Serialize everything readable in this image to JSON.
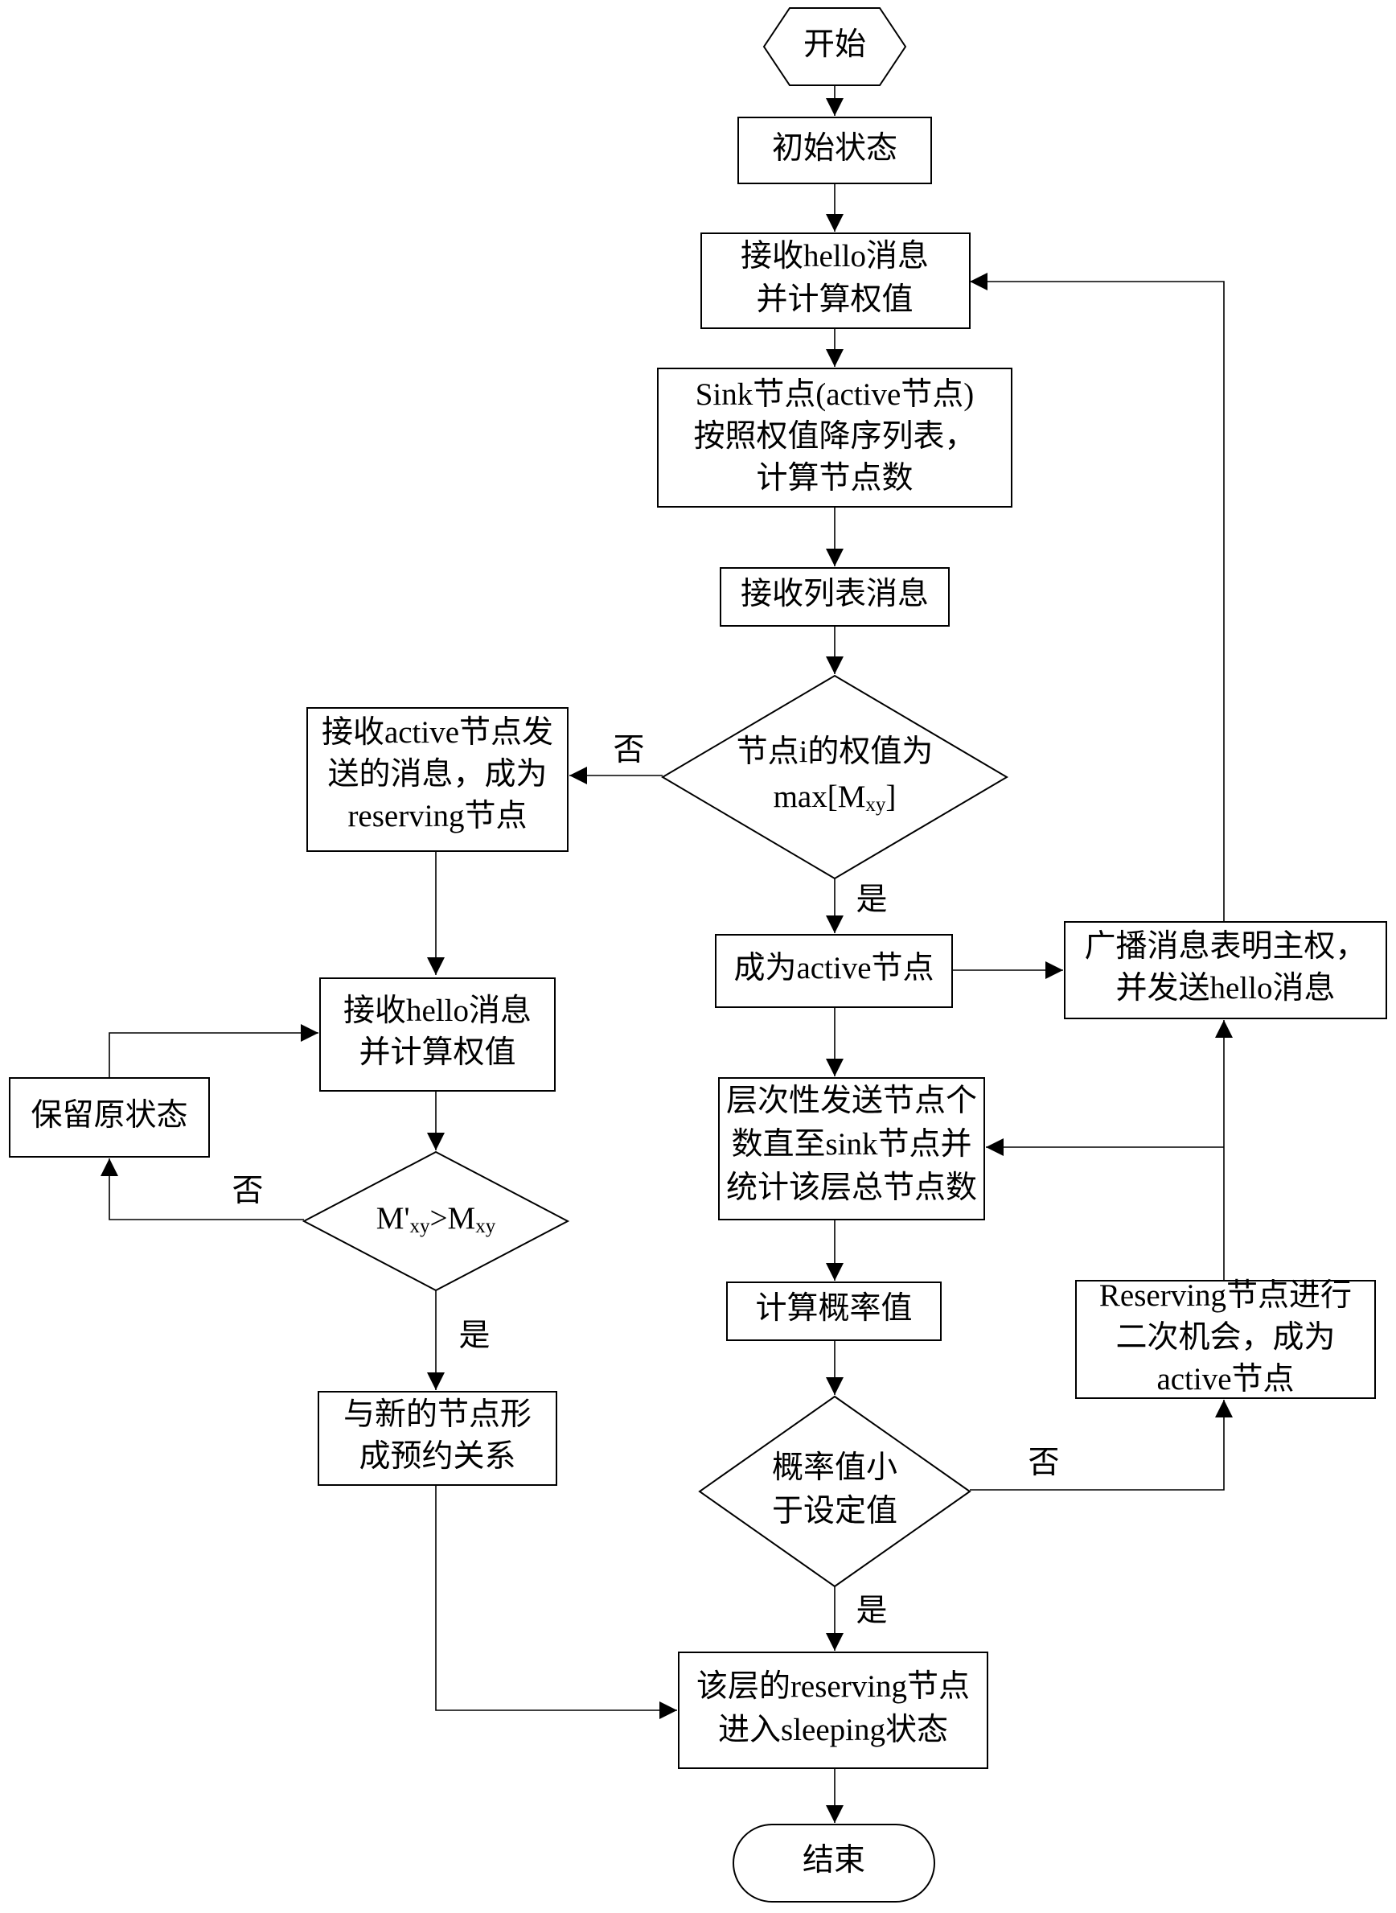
{
  "nodes": {
    "start": "开始",
    "init": "初始状态",
    "recv_hello": [
      "接收hello消息",
      "并计算权值"
    ],
    "sink_sort": [
      "Sink节点(active节点)",
      "按照权值降序列表，",
      "计算节点数"
    ],
    "recv_list": "接收列表消息",
    "decision_max": {
      "line1": "节点i的权值为",
      "line2_prefix": "max[M",
      "line2_sub": "xy",
      "line2_suffix": "]"
    },
    "become_reserving": [
      "接收active节点发",
      "送的消息，成为",
      "reserving节点"
    ],
    "become_active": "成为active节点",
    "broadcast": [
      "广播消息表明主权，",
      "并发送hello消息"
    ],
    "recv_hello_left": [
      "接收hello消息",
      "并计算权值"
    ],
    "keep_state": "保留原状态",
    "decision_m": {
      "a": "M'",
      "a_sub": "xy",
      "op": ">M",
      "b_sub": "xy"
    },
    "form_reserve": [
      "与新的节点形",
      "成预约关系"
    ],
    "layer_send": [
      "层次性发送节点个",
      "数直至sink节点并",
      "统计该层总节点数"
    ],
    "calc_prob": "计算概率值",
    "decision_prob": [
      "概率值小",
      "于设定值"
    ],
    "second_chance": [
      "Reserving节点进行",
      "二次机会，成为",
      "active节点"
    ],
    "sleep": [
      "该层的reserving节点",
      "进入sleeping状态"
    ],
    "end": "结束"
  },
  "edge_labels": {
    "max_no": "否",
    "max_yes": "是",
    "m_no": "否",
    "m_yes": "是",
    "prob_no": "否",
    "prob_yes": "是"
  }
}
